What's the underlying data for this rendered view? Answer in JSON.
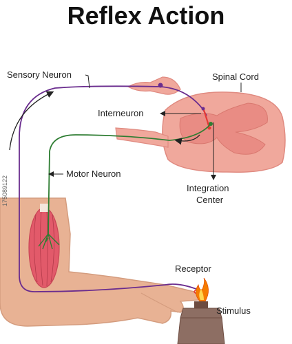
{
  "title": "Reflex Action",
  "labels": {
    "sensory_neuron": "Sensory Neuron",
    "spinal_cord": "Spinal Cord",
    "interneuron": "Interneuron",
    "motor_neuron": "Motor Neuron",
    "integration_center_line1": "Integration",
    "integration_center_line2": "Center",
    "receptor": "Receptor",
    "stimulus": "Stimulus"
  },
  "watermark": "175089122",
  "colors": {
    "skin": "#E8B294",
    "skin_shade": "#D49C7E",
    "muscle": "#E25A6A",
    "spinal_cord": "#F0A89C",
    "spinal_cord_dark": "#E08A80",
    "sensory_path": "#6A2C8E",
    "motor_path": "#2E7D32",
    "interneuron": "#E53935",
    "flame": "#F57C00",
    "burner": "#8D6E63"
  }
}
